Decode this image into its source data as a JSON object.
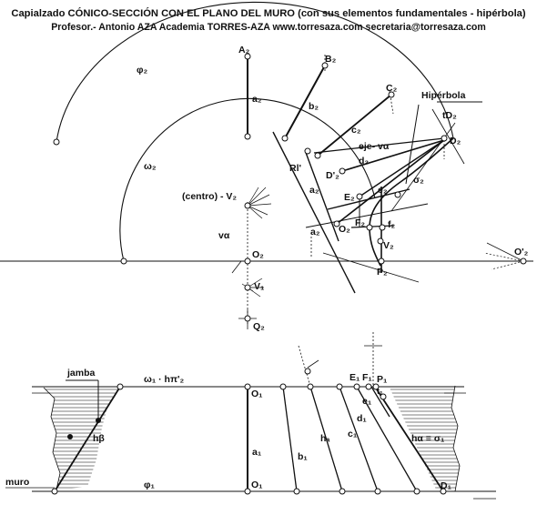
{
  "header": {
    "title": "Capialzado CÓNICO-SECCIÓN CON EL PLANO DEL MURO (con sus elementos fundamentales - hipérbola)",
    "subtitle": "Profesor.- Antonio AZA   Academia TORRES-AZA    www.torresaza.com      secretaria@torresaza.com"
  },
  "labels": {
    "phi2": "φ₂",
    "omega2": "ω₂",
    "A2": "A₂",
    "B2": "B₂",
    "C2": "C₂",
    "D2": "D₂",
    "tD2": "tD₂",
    "hiperbola": "Hipérbola",
    "a2_top": "a₂",
    "b2": "b₂",
    "c2": "c₂",
    "d2": "d₂",
    "eje_v": "eje- vα",
    "D2p": "D'₂",
    "sigma2": "σ₂",
    "Rl": "Rl'",
    "a2_mid": "a₂",
    "a2_low": "a₂",
    "centro_V2": "(centro) - V₂",
    "E2": "E₂",
    "e2": "e₂",
    "F2": "F₂",
    "f2": "f₂",
    "V2": "V₂",
    "O2": "O₂",
    "O2p_left": "O₂",
    "O2p_right": "O'₂",
    "v_alpha": "vα",
    "P2": "P₂",
    "V1": "V₁",
    "Q2": "Q₂",
    "jamba": "jamba",
    "omega1_line": "ω₁ · hπ'₂",
    "E1": "E₁",
    "F1": "F₁",
    "P1": "P₁",
    "t1": "t₁",
    "e1": "e₁",
    "O1_top": "O₁",
    "O1_bottom": "O₁",
    "h_beta": "hβ",
    "h_a": "hₐ",
    "c1": "c₁",
    "d1": "d₁",
    "h_alpha_sigma1": "hα ≡ σ₁",
    "a1": "a₁",
    "b1": "b₁",
    "D1": "D₁",
    "muro": "muro",
    "phi1": "φ₁"
  },
  "colors": {
    "ink": "#111111",
    "background": "#ffffff",
    "hatch": "#555555"
  }
}
